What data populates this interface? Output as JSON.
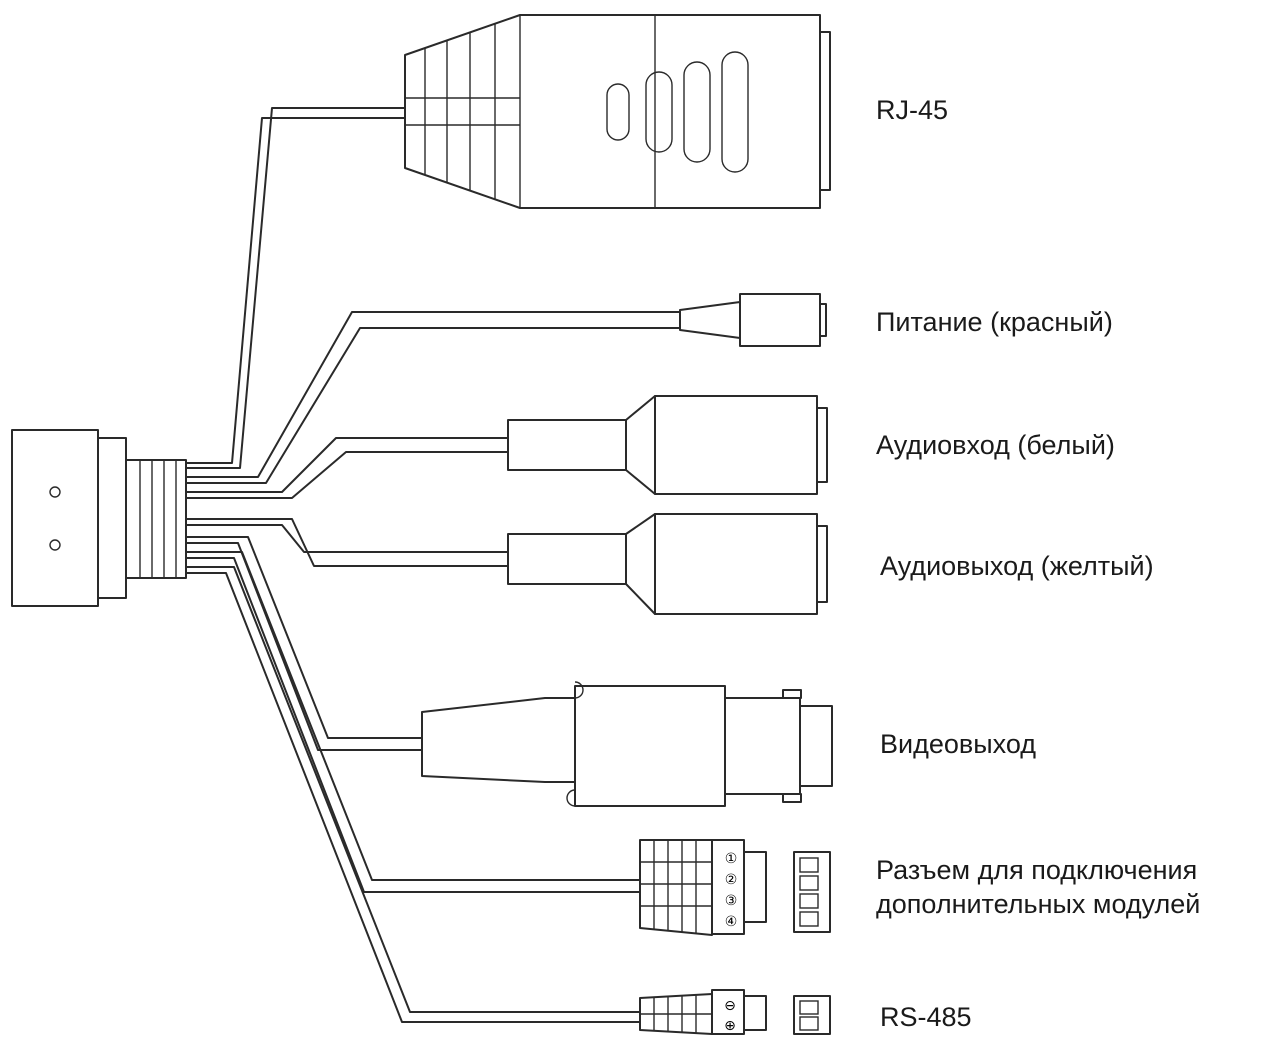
{
  "labels": {
    "rj45": "RJ-45",
    "power": "Питание (красный)",
    "audio_in": "Аудиовход (белый)",
    "audio_out": "Аудиовыход (желтый)",
    "video_out": "Видеовыход",
    "module_connector_line1": "Разъем для подключения",
    "module_connector_line2": "дополнительных модулей",
    "rs485": "RS-485"
  },
  "terminal_markings": {
    "module_pins": [
      "①",
      "②",
      "③",
      "④"
    ],
    "rs485_pins": [
      "⊖",
      "⊕"
    ]
  },
  "colors": {
    "line": "#2a2a2a",
    "text": "#1a1a1a",
    "background": "#ffffff"
  }
}
